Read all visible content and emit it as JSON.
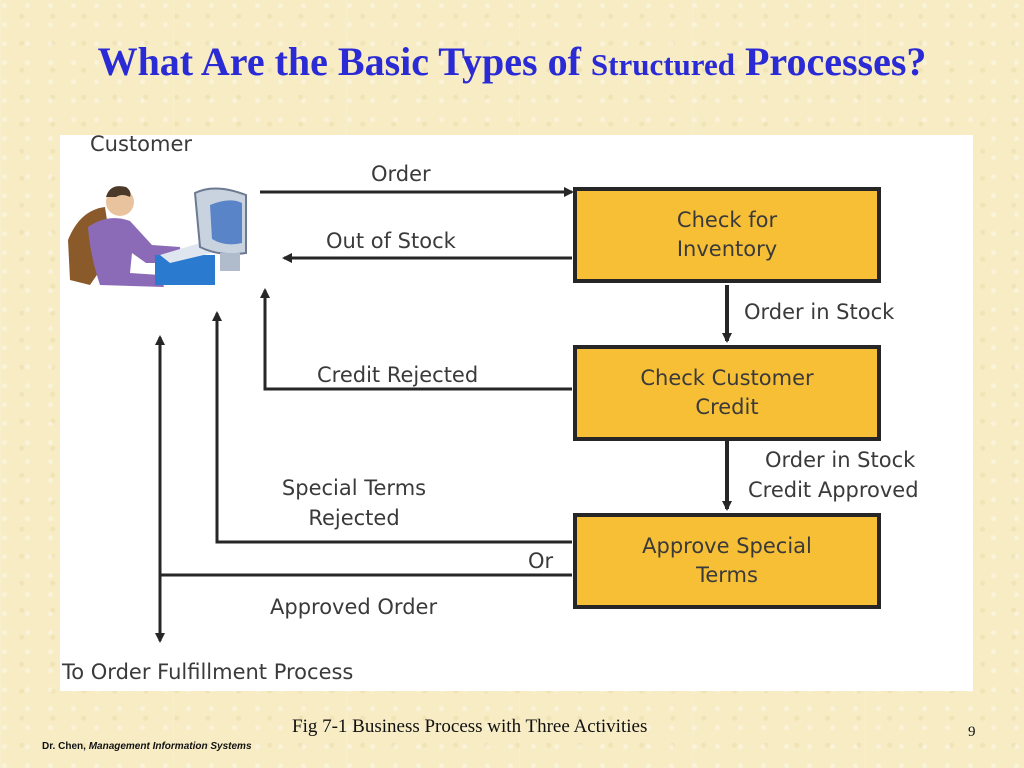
{
  "slide": {
    "title_part1": "What Are the Basic Types of ",
    "title_small": "Structured",
    "title_part2": " Processes?",
    "caption": "Fig 7-1 Business Process with Three Activities",
    "page_number": "9",
    "footer_author": "Dr. Chen, ",
    "footer_course": "Management Information Systems"
  },
  "diagram": {
    "actor_label": "Customer",
    "activities": [
      {
        "label": "Check for\nInventory"
      },
      {
        "label": "Check Customer\nCredit"
      },
      {
        "label": "Approve Special\nTerms"
      }
    ],
    "flows": {
      "order": "Order",
      "out_of_stock": "Out of Stock",
      "order_in_stock": "Order in Stock",
      "credit_rejected": "Credit Rejected",
      "order_in_stock_credit_line1": "Order in Stock",
      "order_in_stock_credit_line2": "Credit Approved",
      "special_terms_rejected_line1": "Special Terms",
      "special_terms_rejected_line2": "Rejected",
      "or": "Or",
      "approved_order": "Approved Order",
      "to_fulfillment": "To Order Fulfillment Process"
    },
    "colors": {
      "activity_fill": "#f7bf35",
      "title_color": "#2b2bd6",
      "line_color": "#262626"
    }
  }
}
